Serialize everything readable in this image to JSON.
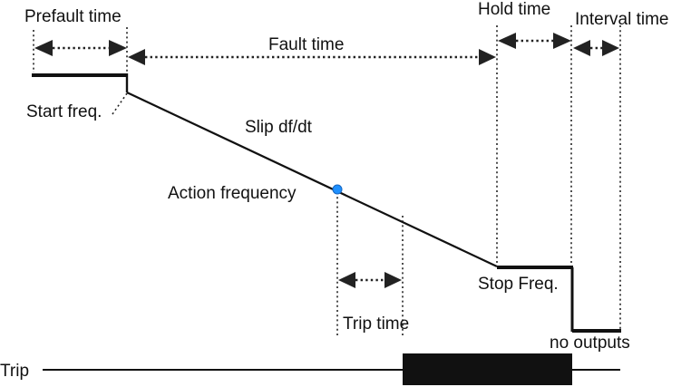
{
  "labels": {
    "prefault_time": "Prefault time",
    "fault_time": "Fault time",
    "hold_time": "Hold time",
    "interval_time": "Interval  time",
    "start_freq": "Start freq.",
    "slip": "Slip df/dt",
    "action_frequency": "Action frequency",
    "stop_freq": "Stop Freq.",
    "trip_time": "Trip time",
    "no_outputs": "no  outputs",
    "trip": "Trip"
  },
  "colors": {
    "line": "#111111",
    "action_point": "#1e90ff"
  }
}
